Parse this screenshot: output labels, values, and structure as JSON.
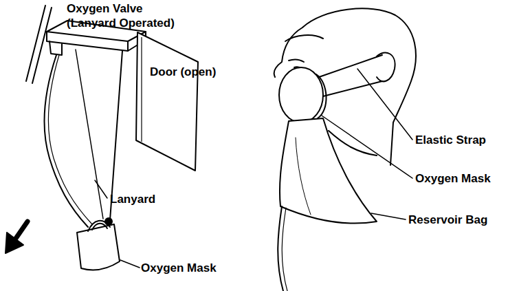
{
  "diagram": {
    "nodes": [
      {
        "text": [
          "Door (open)"
        ]
      }
    ],
    "labels": [
      "Oxygen Valve (Lanyard Operated)",
      "Lanyard",
      "Oxygen Mask",
      "Elastic Strap",
      "Oxygen Mask",
      "Reservoir Bag"
    ]
  }
}
